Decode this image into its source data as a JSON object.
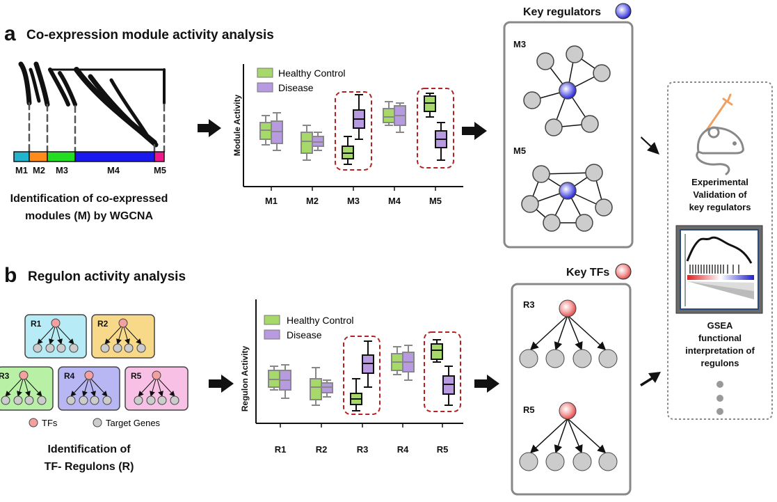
{
  "panel_a": {
    "letter": "a",
    "title": "Co-expression module activity analysis",
    "dendro_modules": [
      "M1",
      "M2",
      "M3",
      "M4",
      "M5"
    ],
    "caption_line1": "Identification of co-expressed",
    "caption_line2": "modules (M) by WGCNA",
    "chart": {
      "ylabel": "Module Activity",
      "categories": [
        "M1",
        "M2",
        "M3",
        "M4",
        "M5"
      ],
      "legend": [
        "Healthy Control",
        "Disease"
      ]
    },
    "key_title": "Key regulators",
    "network_labels": [
      "M3",
      "M5"
    ]
  },
  "panel_b": {
    "letter": "b",
    "title": "Regulon activity analysis",
    "regulons": [
      "R1",
      "R2",
      "R3",
      "R4",
      "R5"
    ],
    "legend_tfs": "TFs",
    "legend_targets": "Target Genes",
    "caption_line1": "Identification of",
    "caption_line2": "TF- Regulons (R)",
    "chart": {
      "ylabel": "Regulon Activity",
      "categories": [
        "R1",
        "R2",
        "R3",
        "R4",
        "R5"
      ],
      "legend": [
        "Healthy Control",
        "Disease"
      ]
    },
    "key_title": "Key TFs",
    "network_labels": [
      "R3",
      "R5"
    ]
  },
  "validation": {
    "line1": "Experimental",
    "line2": "Validation of",
    "line3": "key regulators",
    "gsea1": "GSEA",
    "gsea2": "functional",
    "gsea3": "interpretation of",
    "gsea4": "regulons"
  },
  "colors": {
    "healthy": "#a6d96a",
    "disease": "#b89ae0",
    "highlight": "#b22222",
    "node": "#cccccc",
    "tf": "#f4a0a0",
    "regulator": "#5a5ae6"
  }
}
